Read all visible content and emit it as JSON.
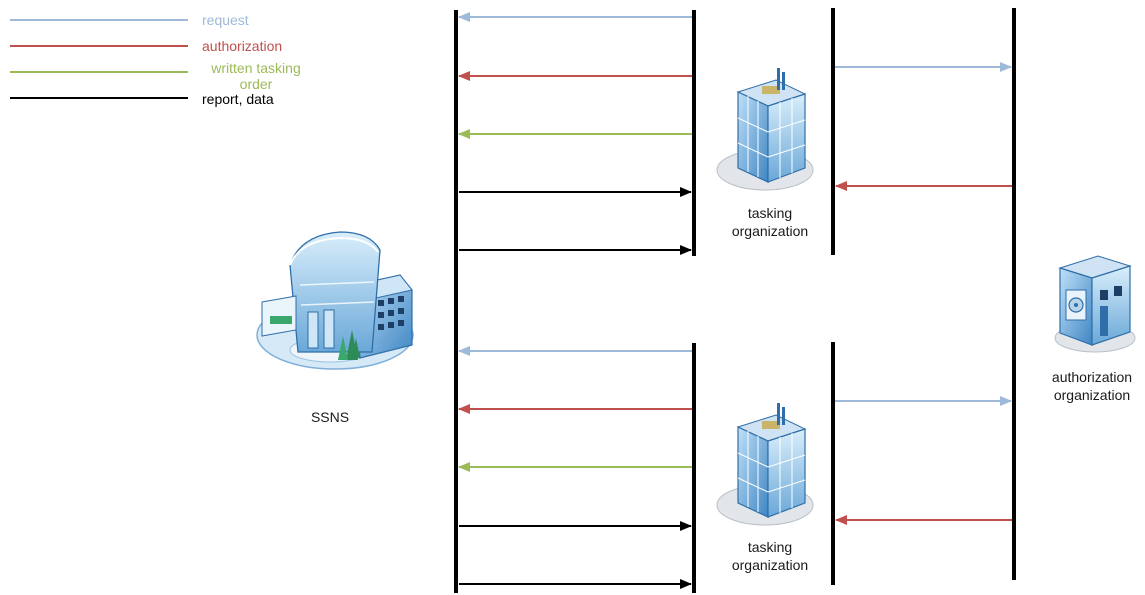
{
  "legend": {
    "request": "request",
    "authorization": "authorization",
    "written_tasking_order": "written tasking order",
    "report_data": "report, data"
  },
  "nodes": {
    "ssns": "SSNS",
    "tasking_org_top": "tasking organization",
    "tasking_org_bottom": "tasking organization",
    "authorization_org": "authorization organization"
  },
  "icons": {
    "ssns": "building-campus-icon",
    "tasking_org": "office-tower-icon",
    "authorization_org": "vault-building-icon"
  },
  "colors": {
    "request": "#9fb9d8",
    "authorization": "#c0504d",
    "written_tasking_order": "#9bbb59",
    "report_data": "#000000",
    "building_blue": "#5b9bd5"
  }
}
